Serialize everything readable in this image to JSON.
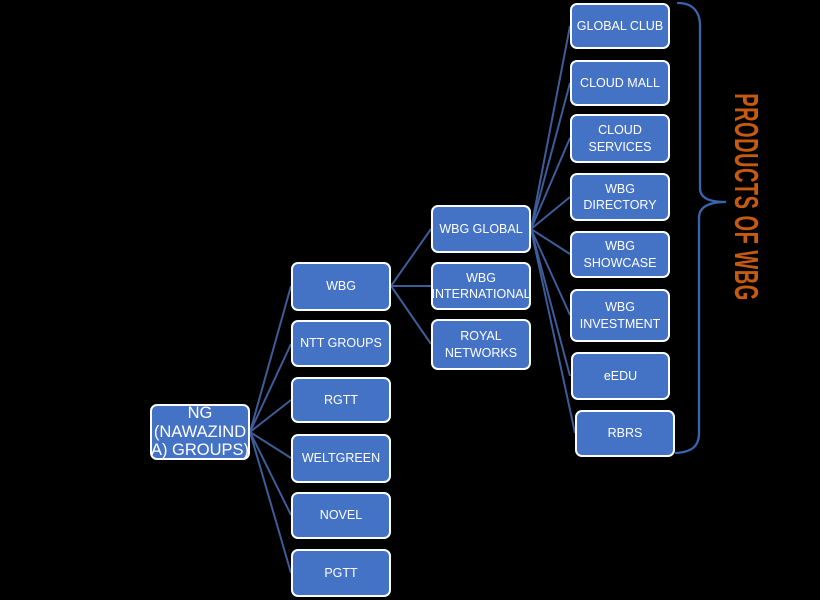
{
  "title": {
    "label": "PRODUCTS OF WBG",
    "color": "#C55A11"
  },
  "colors": {
    "background": "#000000",
    "box_fill": "#4472C4",
    "box_border": "#FBFCFE",
    "box_text": "#FFFFFF",
    "connector": "#3D5C99",
    "brace": "#3A64AE"
  },
  "root": {
    "label": "NG (NAWAZINDA) GROUPS)",
    "lines": [
      "NG",
      "(NAWAZIND",
      "A) GROUPS)"
    ]
  },
  "groups": [
    {
      "label": "WBG"
    },
    {
      "label": "NTT GROUPS"
    },
    {
      "label": "RGTT"
    },
    {
      "label": "WELTGREEN"
    },
    {
      "label": "NOVEL"
    },
    {
      "label": "PGTT"
    }
  ],
  "wbg_children": [
    {
      "label": "WBG GLOBAL"
    },
    {
      "label": "WBG INTERNATIONAL"
    },
    {
      "label": "ROYAL NETWORKS"
    }
  ],
  "products": [
    {
      "label": "GLOBAL CLUB"
    },
    {
      "label": "CLOUD MALL"
    },
    {
      "label": "CLOUD SERVICES"
    },
    {
      "label": "WBG DIRECTORY"
    },
    {
      "label": "WBG SHOWCASE"
    },
    {
      "label": "WBG INVESTMENT"
    },
    {
      "label": "eEDU"
    },
    {
      "label": "RBRS"
    }
  ]
}
